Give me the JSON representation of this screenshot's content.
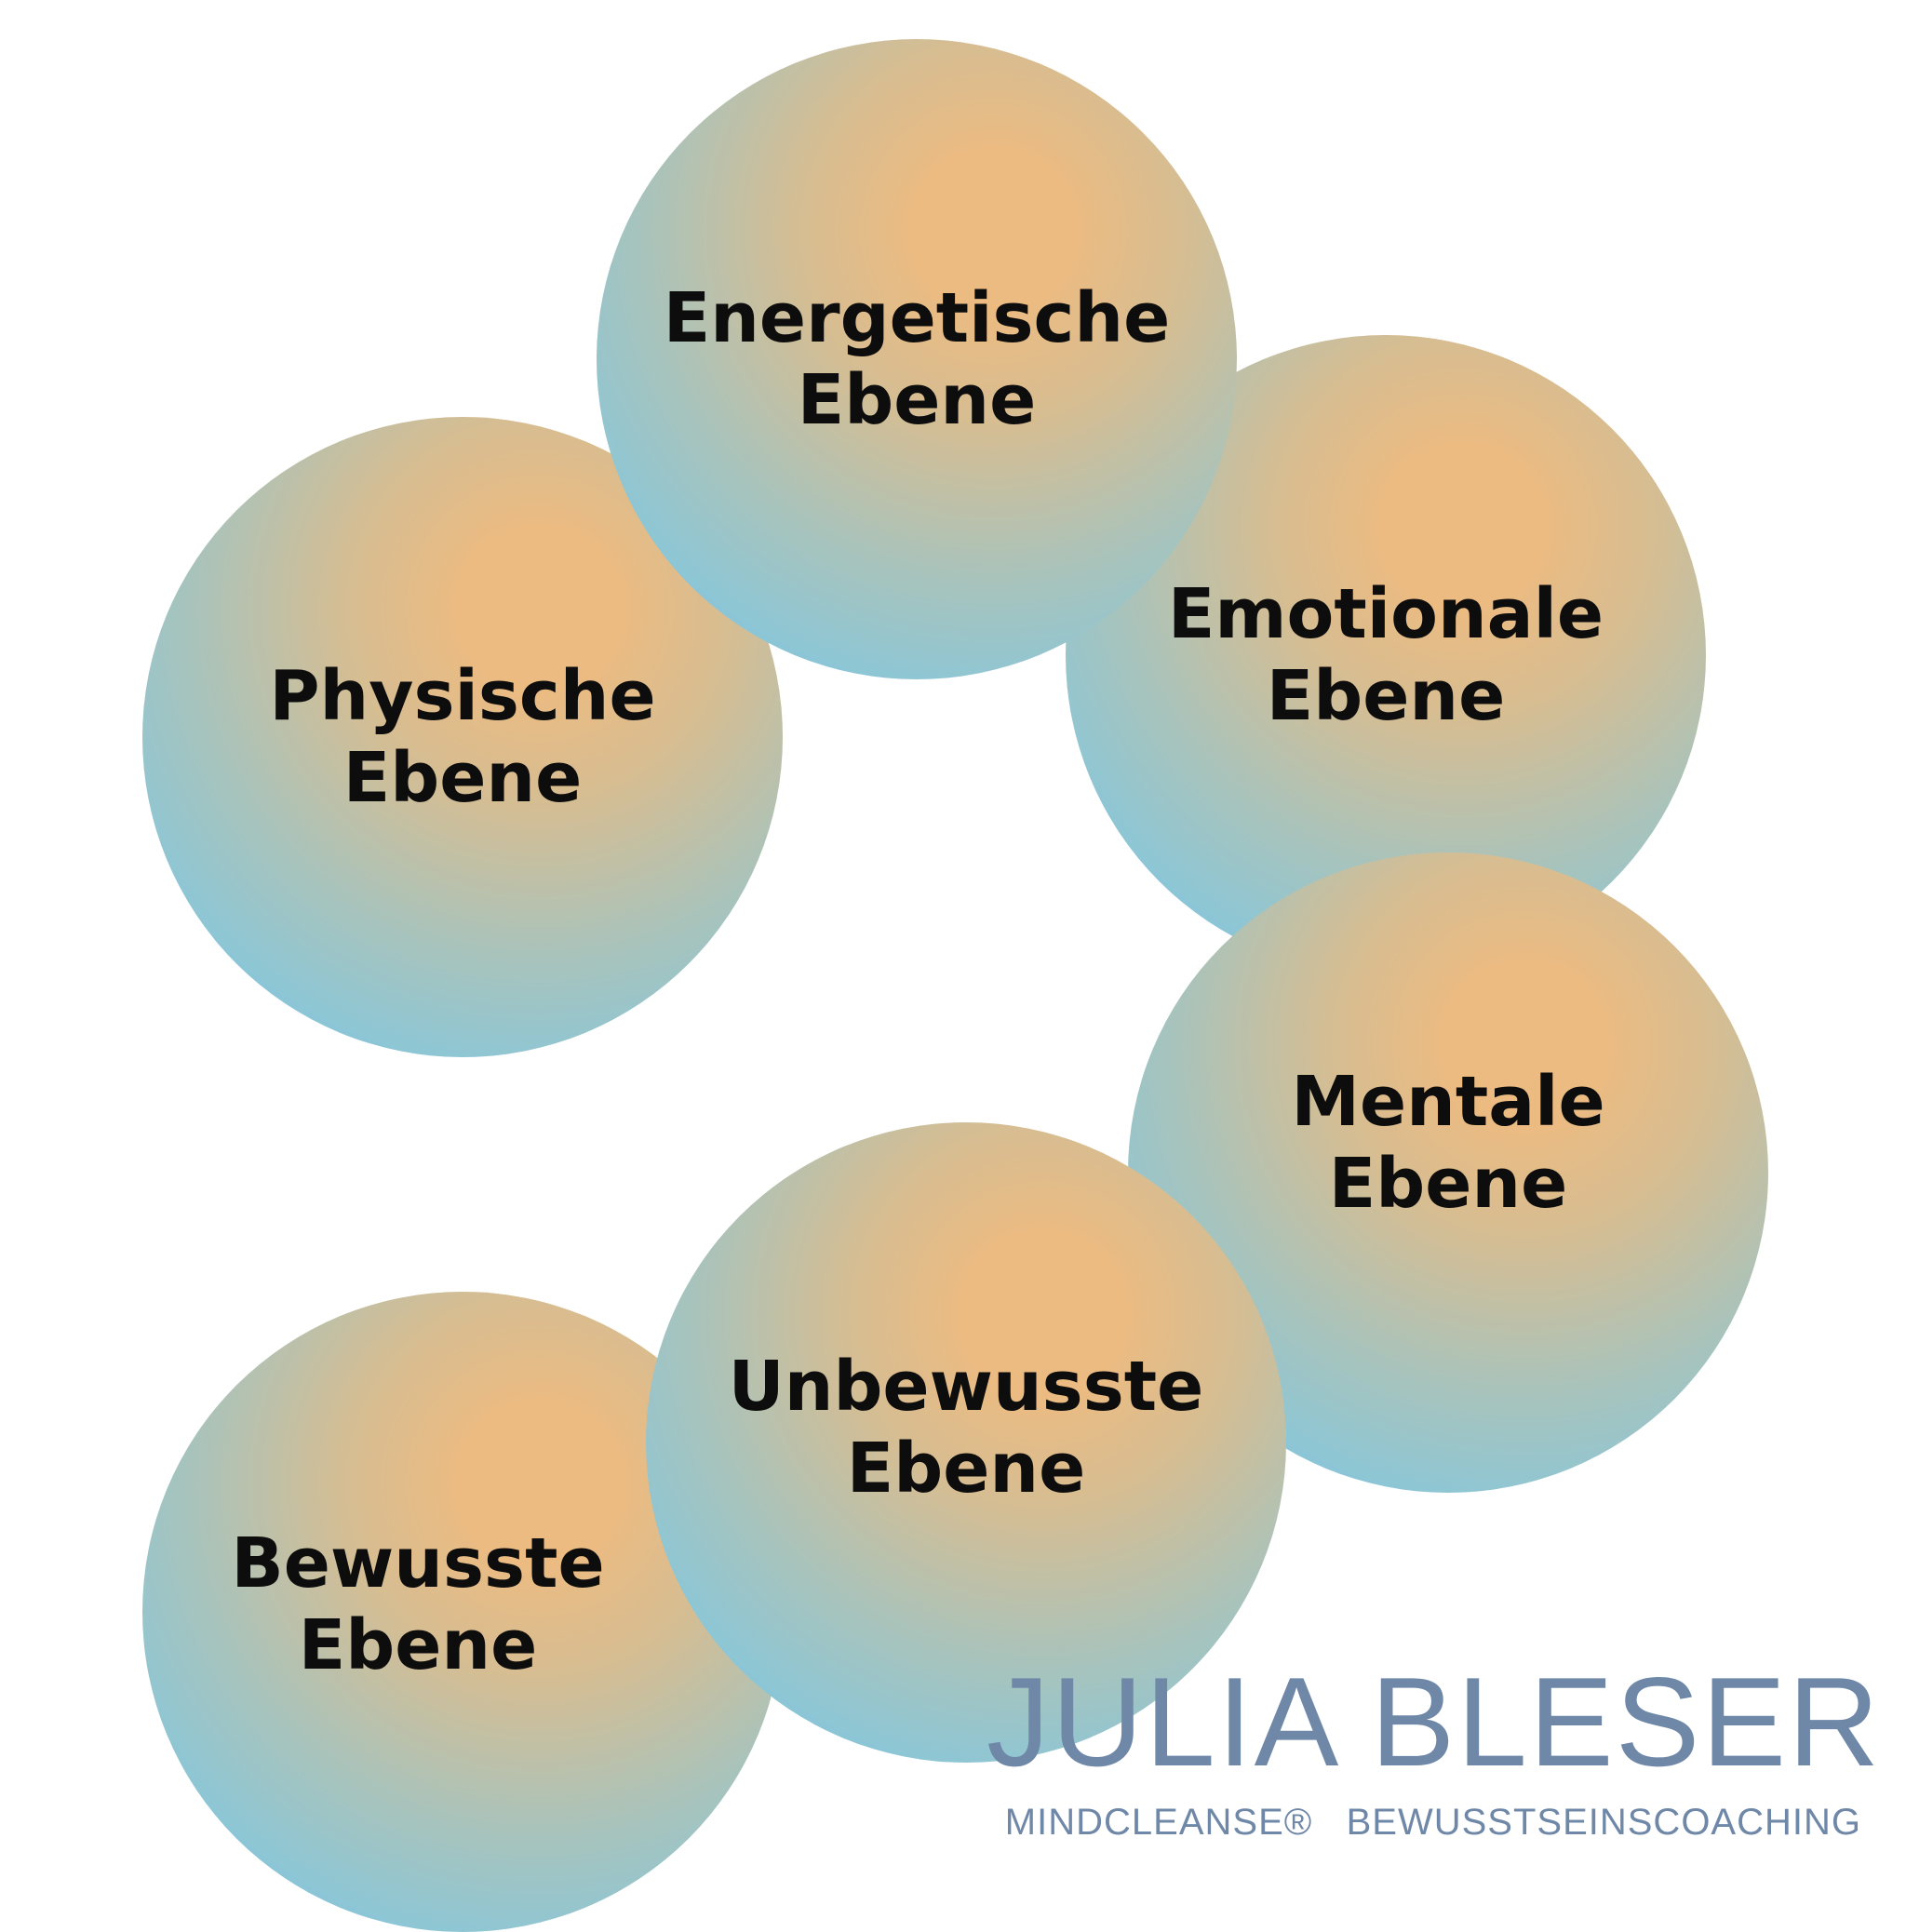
{
  "diagram": {
    "nodes": [
      {
        "id": "energetische",
        "line1": "Energetische",
        "line2": "Ebene"
      },
      {
        "id": "emotionale",
        "line1": "Emotionale",
        "line2": "Ebene"
      },
      {
        "id": "mentale",
        "line1": "Mentale",
        "line2": "Ebene"
      },
      {
        "id": "unbewusste",
        "line1": "Unbewusste",
        "line2": "Ebene"
      },
      {
        "id": "bewusste",
        "line1": "Bewusste",
        "line2": "Ebene"
      },
      {
        "id": "physische",
        "line1": "Physische",
        "line2": "Ebene"
      }
    ],
    "colors": {
      "center": "#ebbb82",
      "edge": "#78c9ea",
      "text": "#0d0d0d"
    }
  },
  "logo": {
    "name": "JULIA BLESER",
    "brand": "MINDCLEANSE®",
    "tagline": "BEWUSSTSEINSCOACHING",
    "color": "#6f88a8"
  }
}
